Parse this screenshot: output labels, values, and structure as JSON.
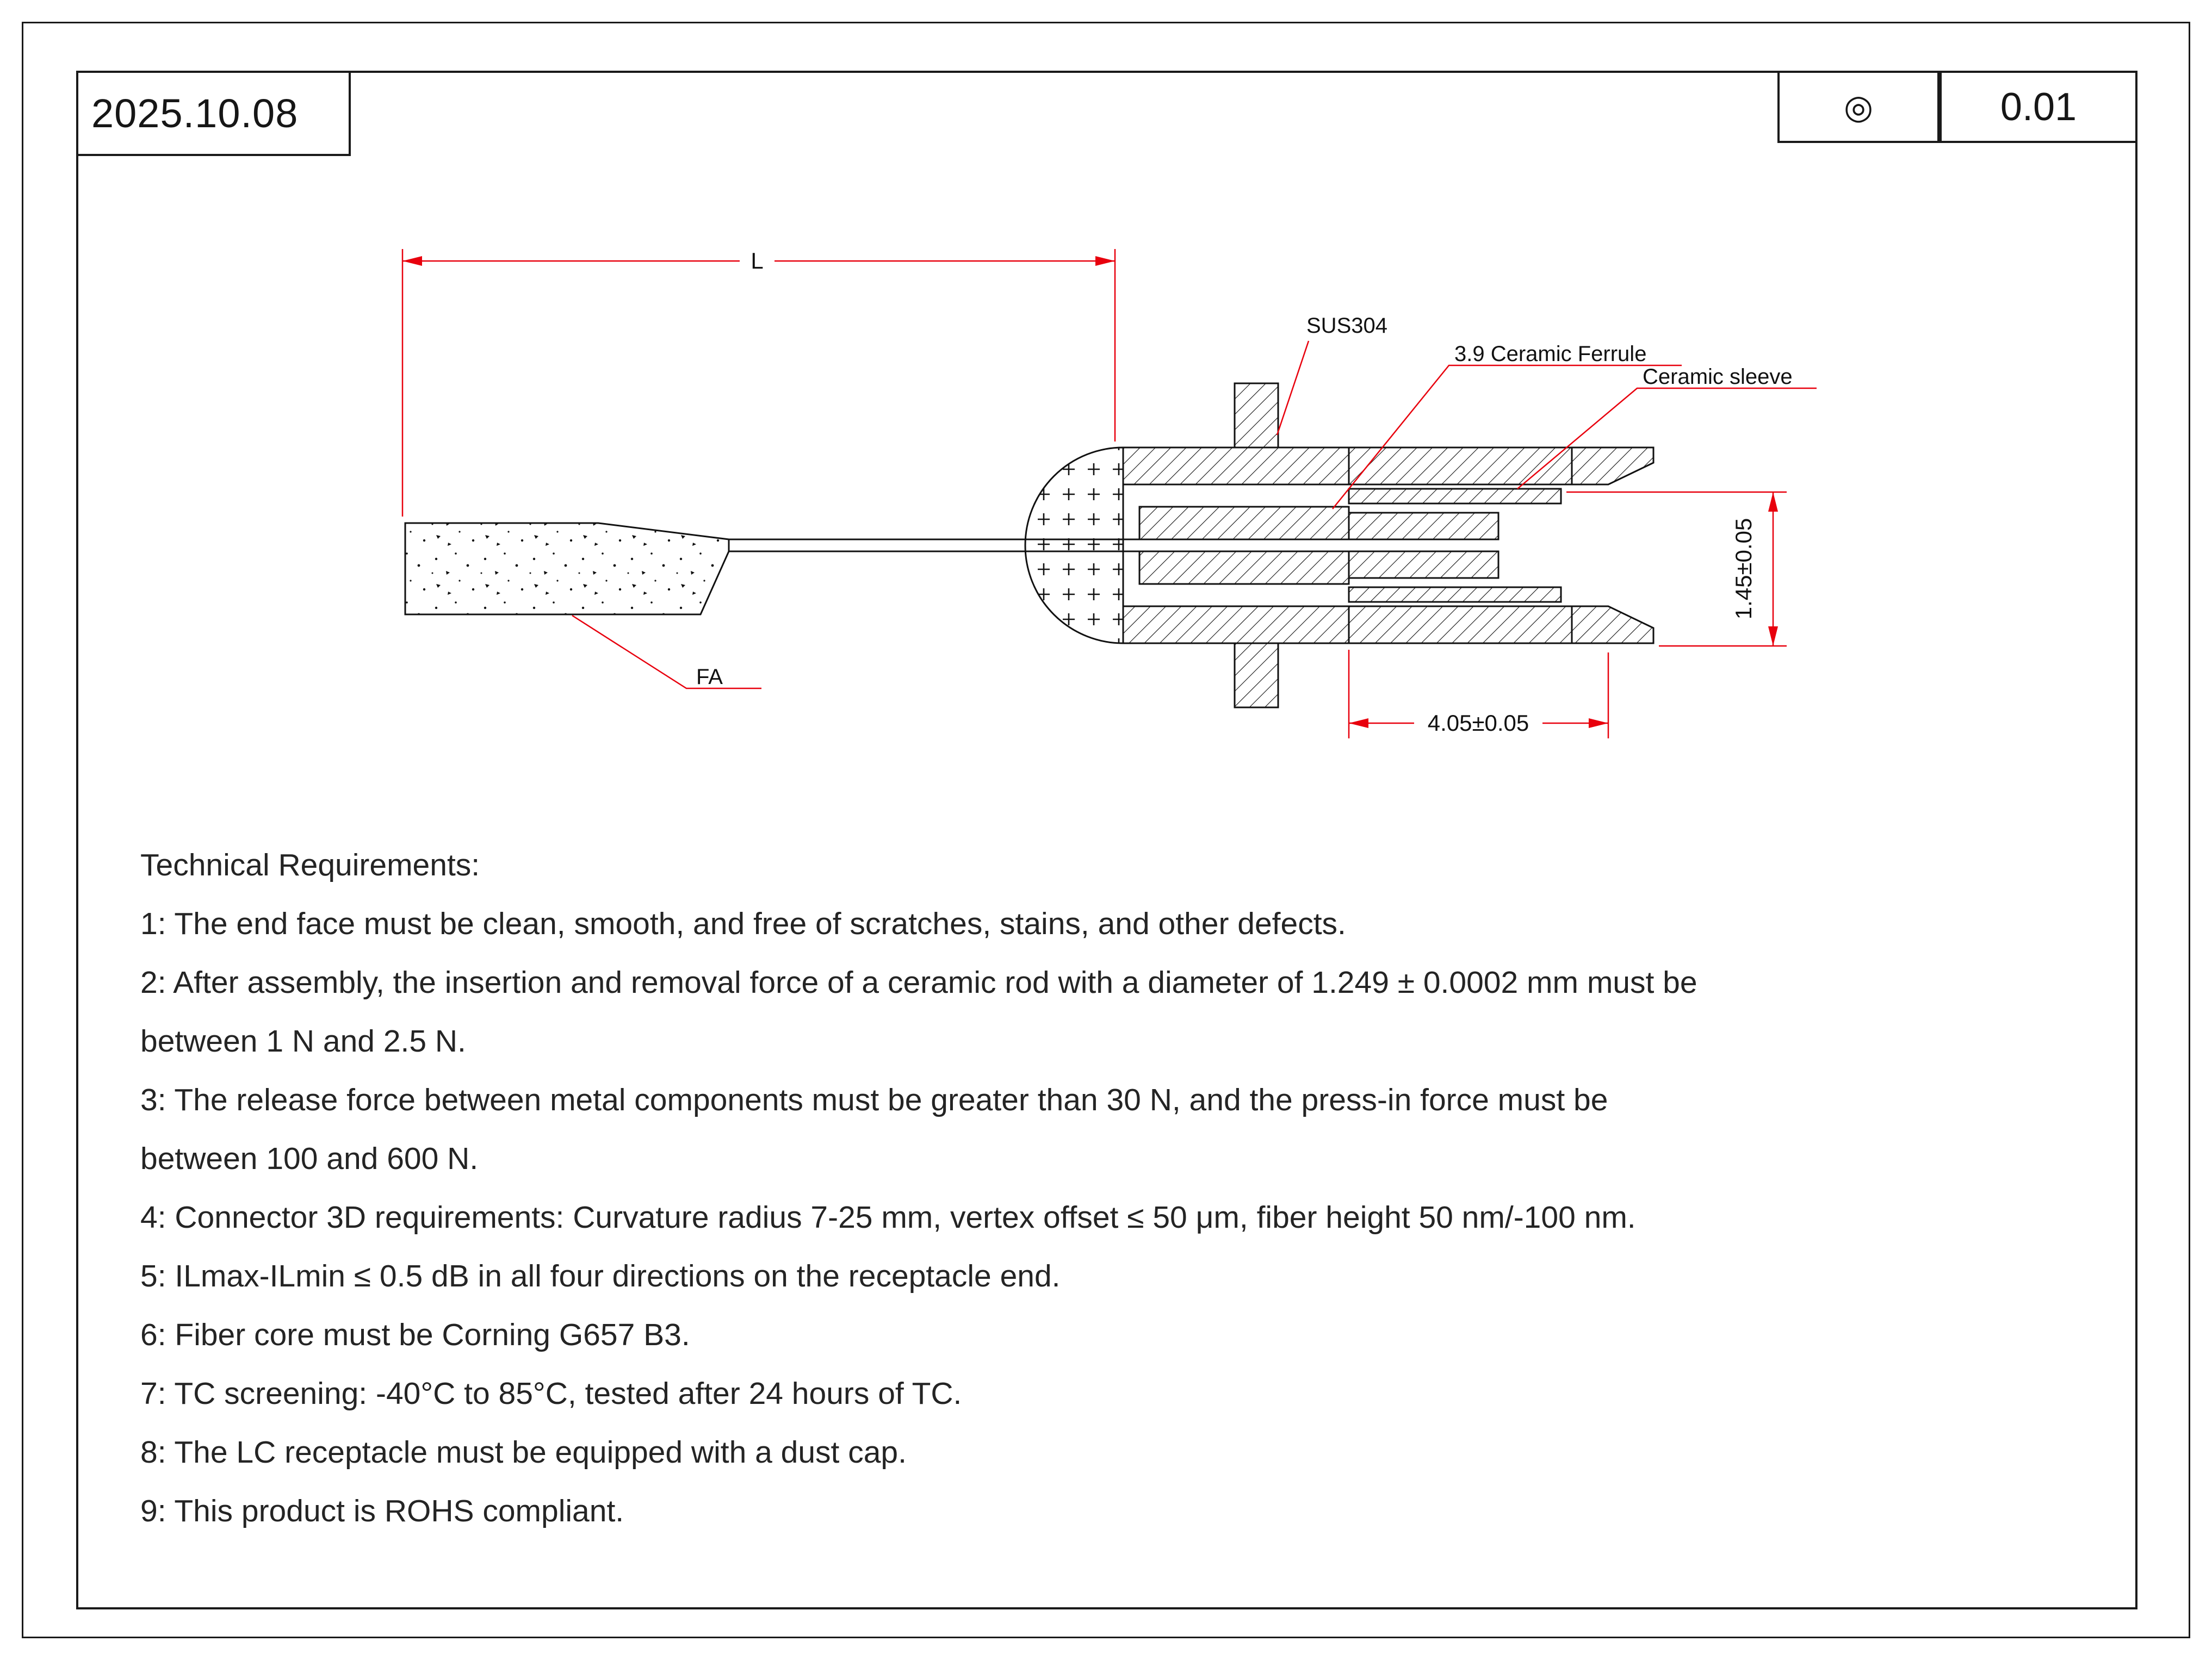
{
  "sheet": {
    "date": "2025.10.08",
    "projection_symbol": "◎",
    "tolerance_value": "0.01"
  },
  "drawing": {
    "dim_length_label": "L",
    "dim_width_label": "4.05±0.05",
    "dim_height_label": "1.45±0.05",
    "label_material": "SUS304",
    "label_ferrule": "3.9 Ceramic Ferrule",
    "label_sleeve": "Ceramic sleeve",
    "label_fa": "FA",
    "dimension_color": "#e8000d",
    "outline_color": "#111111"
  },
  "tech": {
    "lines": [
      "Technical Requirements:",
      "1: The end face must be clean, smooth, and free of scratches, stains, and other defects.",
      "2: After assembly, the insertion and removal force of a ceramic rod with a diameter of 1.249 ± 0.0002 mm must be",
      "between 1 N and 2.5 N.",
      "3: The release force between metal components must be greater than 30 N, and the press-in force must be",
      "between 100 and 600 N.",
      "4: Connector 3D requirements: Curvature radius 7-25 mm, vertex offset ≤ 50 μm, fiber height 50 nm/-100 nm.",
      "5: ILmax-ILmin ≤ 0.5 dB in all four directions on the receptacle end.",
      "6: Fiber core must be Corning G657 B3.",
      "7: TC screening: -40°C to 85°C, tested after 24 hours of TC.",
      "8: The LC receptacle must be equipped with a dust cap.",
      "9: This product is ROHS compliant."
    ]
  }
}
